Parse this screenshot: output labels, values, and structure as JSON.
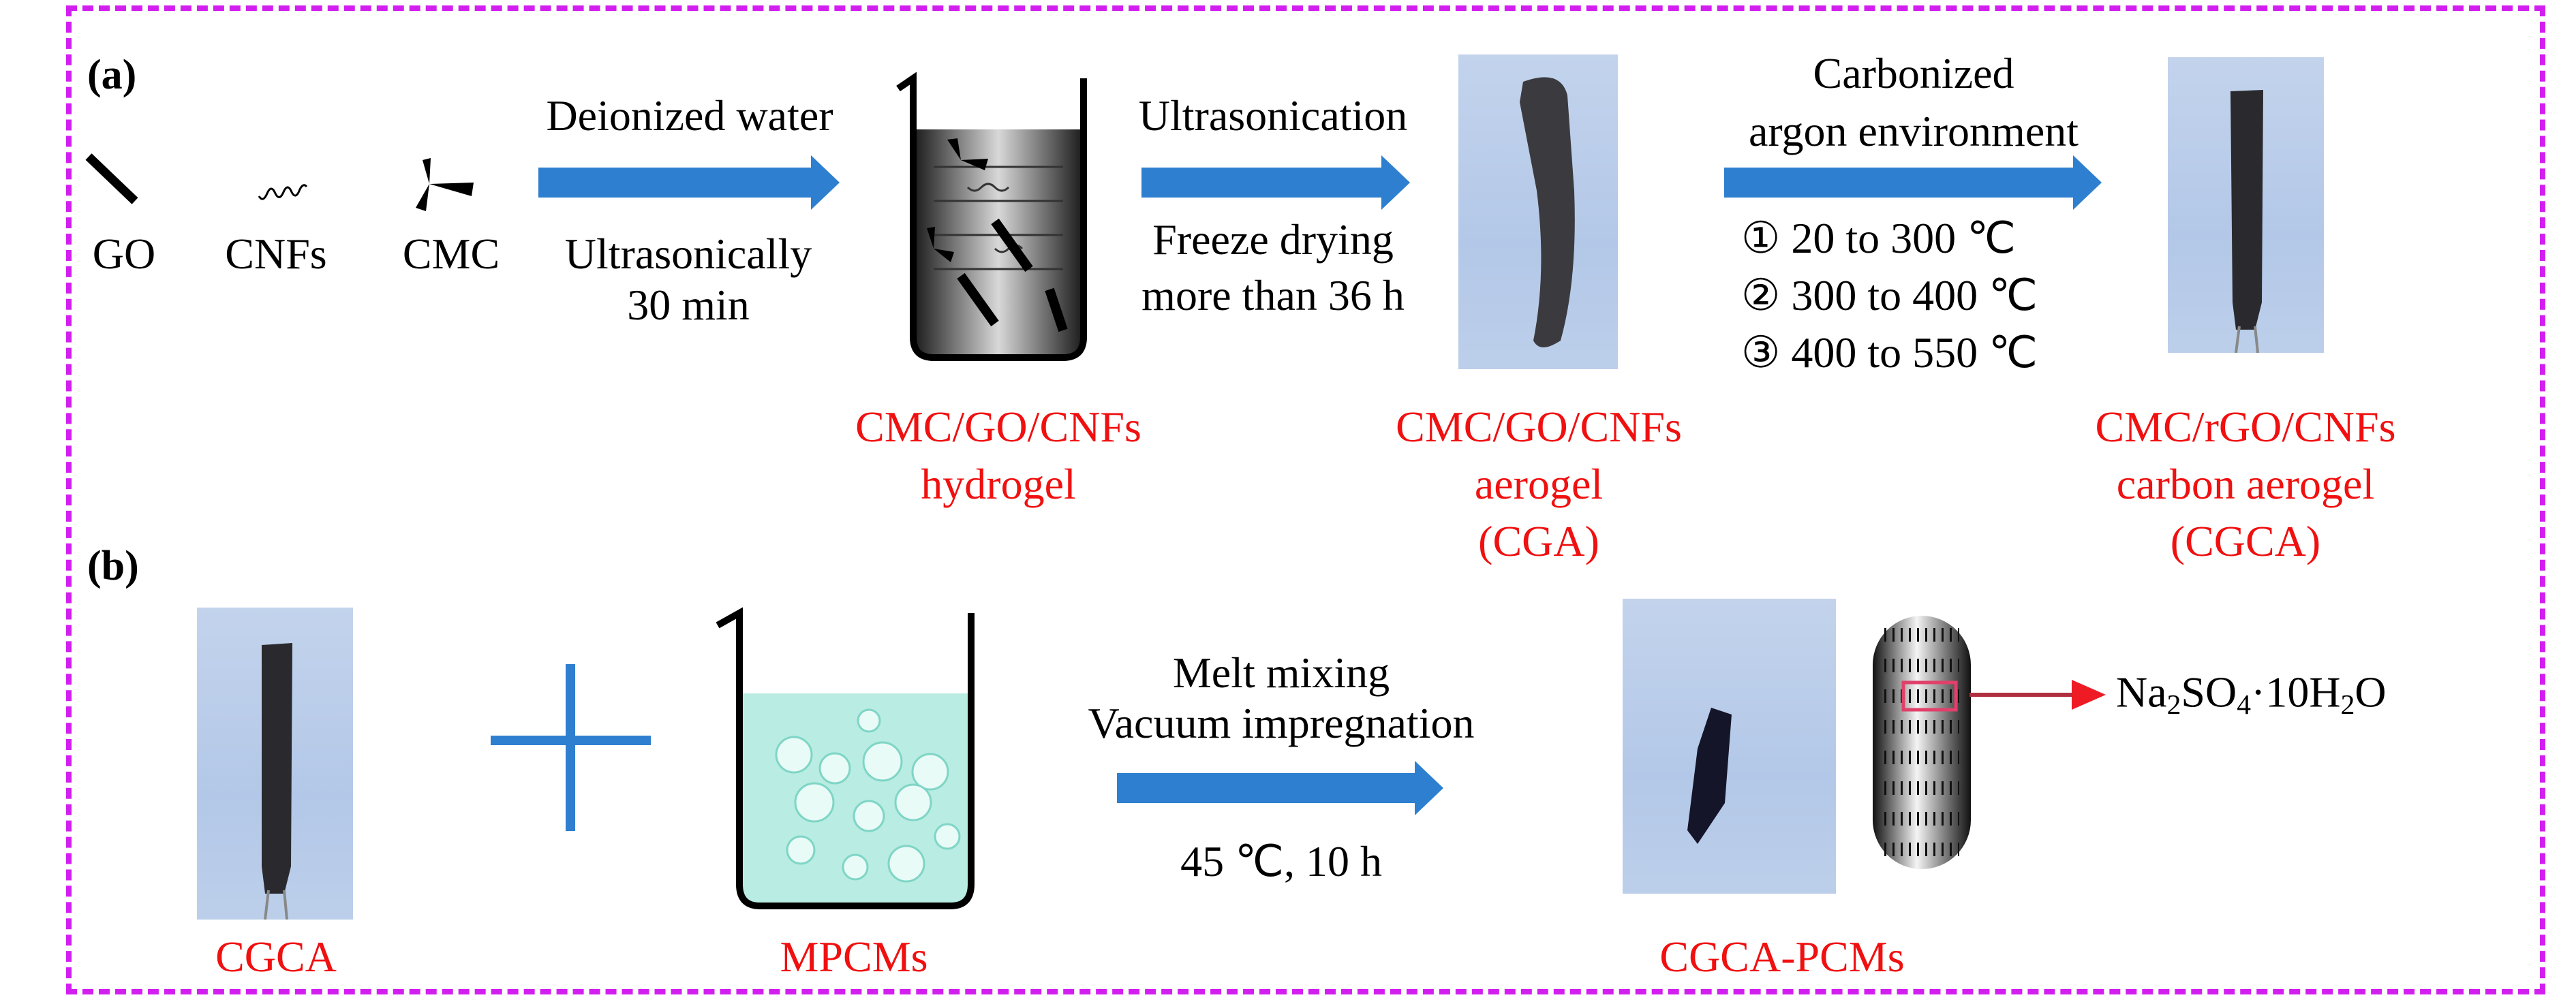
{
  "panel_a": {
    "label": "(a)",
    "materials": [
      {
        "name": "GO",
        "icon": "rod-icon"
      },
      {
        "name": "CNFs",
        "icon": "wavy-fiber-icon"
      },
      {
        "name": "CMC",
        "icon": "tripod-icon"
      }
    ],
    "step1": {
      "above": "Deionized water",
      "below": [
        "Ultrasonically",
        "30 min"
      ]
    },
    "hydrogel_label": [
      "CMC/GO/CNFs",
      "hydrogel"
    ],
    "step2": {
      "above": "Ultrasonication",
      "below": [
        "Freeze drying",
        "more than 36 h"
      ]
    },
    "aerogel_label": [
      "CMC/GO/CNFs",
      "aerogel",
      "(CGA)"
    ],
    "step3": {
      "above": [
        "Carbonized",
        "argon environment"
      ],
      "below": [
        "① 20 to 300 ℃",
        "② 300 to 400 ℃",
        "③ 400 to 550 ℃"
      ]
    },
    "carbon_aerogel_label": [
      "CMC/rGO/CNFs",
      "carbon aerogel",
      "(CGCA)"
    ]
  },
  "panel_b": {
    "label": "(b)",
    "cgca_label": "CGCA",
    "mpcms_label": "MPCMs",
    "step": {
      "above": [
        "Melt mixing",
        "Vacuum impregnation"
      ],
      "below": "45 ℃, 10 h"
    },
    "product_label": "CGCA-PCMs",
    "formula": {
      "a": "Na",
      "a_sub": "2",
      "b": "SO",
      "b_sub": "4",
      "c": "·10H",
      "c_sub": "2",
      "d": "O"
    }
  },
  "colors": {
    "frame": "#d21ff0",
    "arrow": "#2e7fd0",
    "label_red": "#f01010",
    "liquid": "#b9ece2"
  }
}
